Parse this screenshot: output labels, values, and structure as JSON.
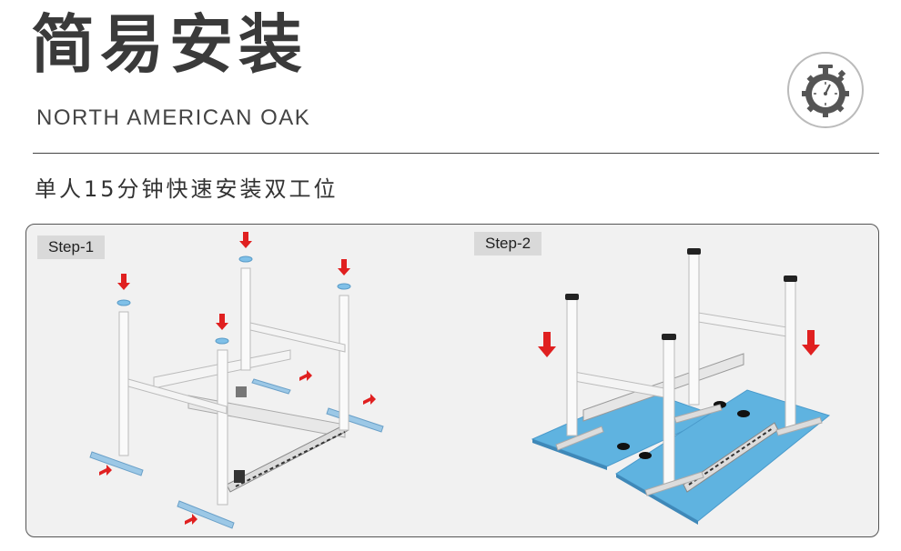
{
  "header": {
    "title": "简易安装",
    "subtitle_en": "NORTH AMERICAN OAK",
    "description": "单人15分钟快速安装双工位"
  },
  "badge": {
    "icon": "stopwatch-gear-icon"
  },
  "steps": [
    {
      "label": "Step-1",
      "illustration": "unassembled-desk-frame-with-red-arrows"
    },
    {
      "label": "Step-2",
      "illustration": "assembled-frame-on-blue-desktops"
    }
  ],
  "colors": {
    "accent_red": "#e02020",
    "desktop_blue": "#5fb3e0",
    "panel_bg": "#f1f1f1"
  }
}
